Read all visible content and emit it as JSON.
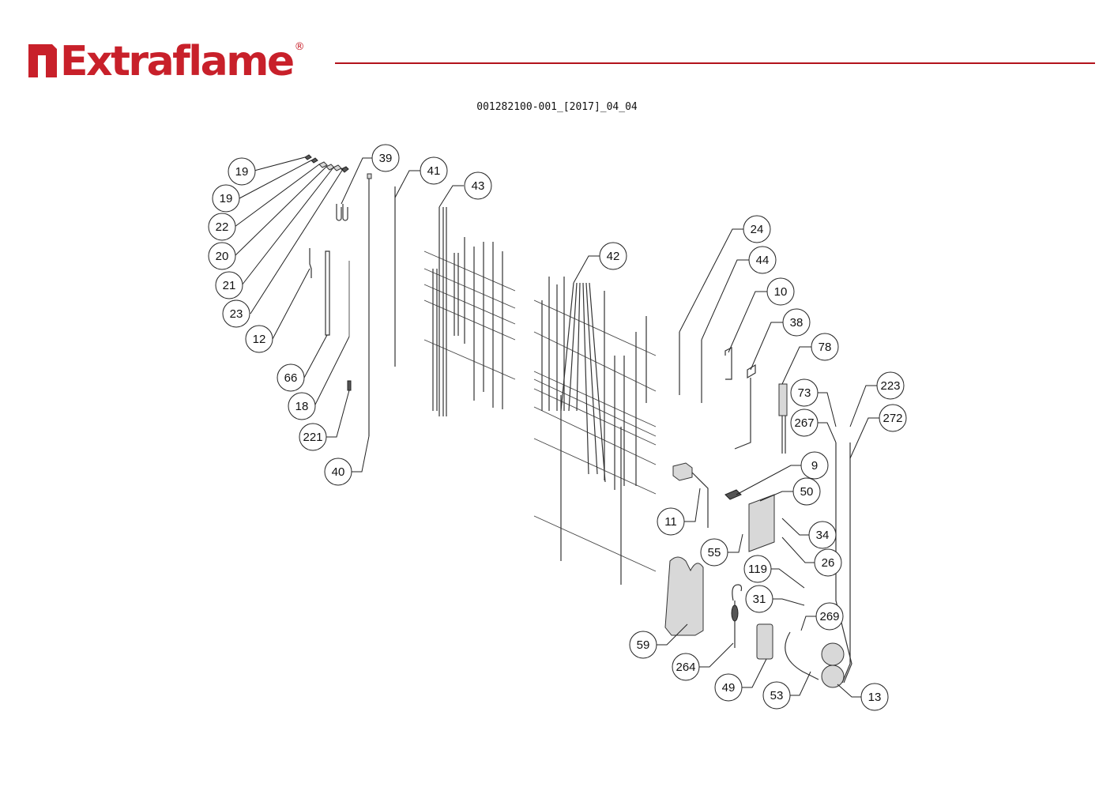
{
  "header": {
    "brand": "Extraflame",
    "registered_mark": "®",
    "document_code": "001282100-001_[2017]_04_04"
  },
  "colors": {
    "brand_red": "#c8202a",
    "rule_red": "#b3121b",
    "line": "#222222"
  },
  "callouts": [
    {
      "id": "c19a",
      "label": "19"
    },
    {
      "id": "c19b",
      "label": "19"
    },
    {
      "id": "c22",
      "label": "22"
    },
    {
      "id": "c20",
      "label": "20"
    },
    {
      "id": "c21",
      "label": "21"
    },
    {
      "id": "c23",
      "label": "23"
    },
    {
      "id": "c12",
      "label": "12"
    },
    {
      "id": "c66",
      "label": "66"
    },
    {
      "id": "c18",
      "label": "18"
    },
    {
      "id": "c221",
      "label": "221"
    },
    {
      "id": "c40",
      "label": "40"
    },
    {
      "id": "c39",
      "label": "39"
    },
    {
      "id": "c41",
      "label": "41"
    },
    {
      "id": "c43",
      "label": "43"
    },
    {
      "id": "c42",
      "label": "42"
    },
    {
      "id": "c24",
      "label": "24"
    },
    {
      "id": "c44",
      "label": "44"
    },
    {
      "id": "c10",
      "label": "10"
    },
    {
      "id": "c38",
      "label": "38"
    },
    {
      "id": "c78",
      "label": "78"
    },
    {
      "id": "c73",
      "label": "73"
    },
    {
      "id": "c223",
      "label": "223"
    },
    {
      "id": "c267",
      "label": "267"
    },
    {
      "id": "c272",
      "label": "272"
    },
    {
      "id": "c9",
      "label": "9"
    },
    {
      "id": "c50",
      "label": "50"
    },
    {
      "id": "c11",
      "label": "11"
    },
    {
      "id": "c34",
      "label": "34"
    },
    {
      "id": "c55",
      "label": "55"
    },
    {
      "id": "c26",
      "label": "26"
    },
    {
      "id": "c119",
      "label": "119"
    },
    {
      "id": "c31",
      "label": "31"
    },
    {
      "id": "c269",
      "label": "269"
    },
    {
      "id": "c59",
      "label": "59"
    },
    {
      "id": "c264",
      "label": "264"
    },
    {
      "id": "c49",
      "label": "49"
    },
    {
      "id": "c53",
      "label": "53"
    },
    {
      "id": "c13",
      "label": "13"
    }
  ]
}
